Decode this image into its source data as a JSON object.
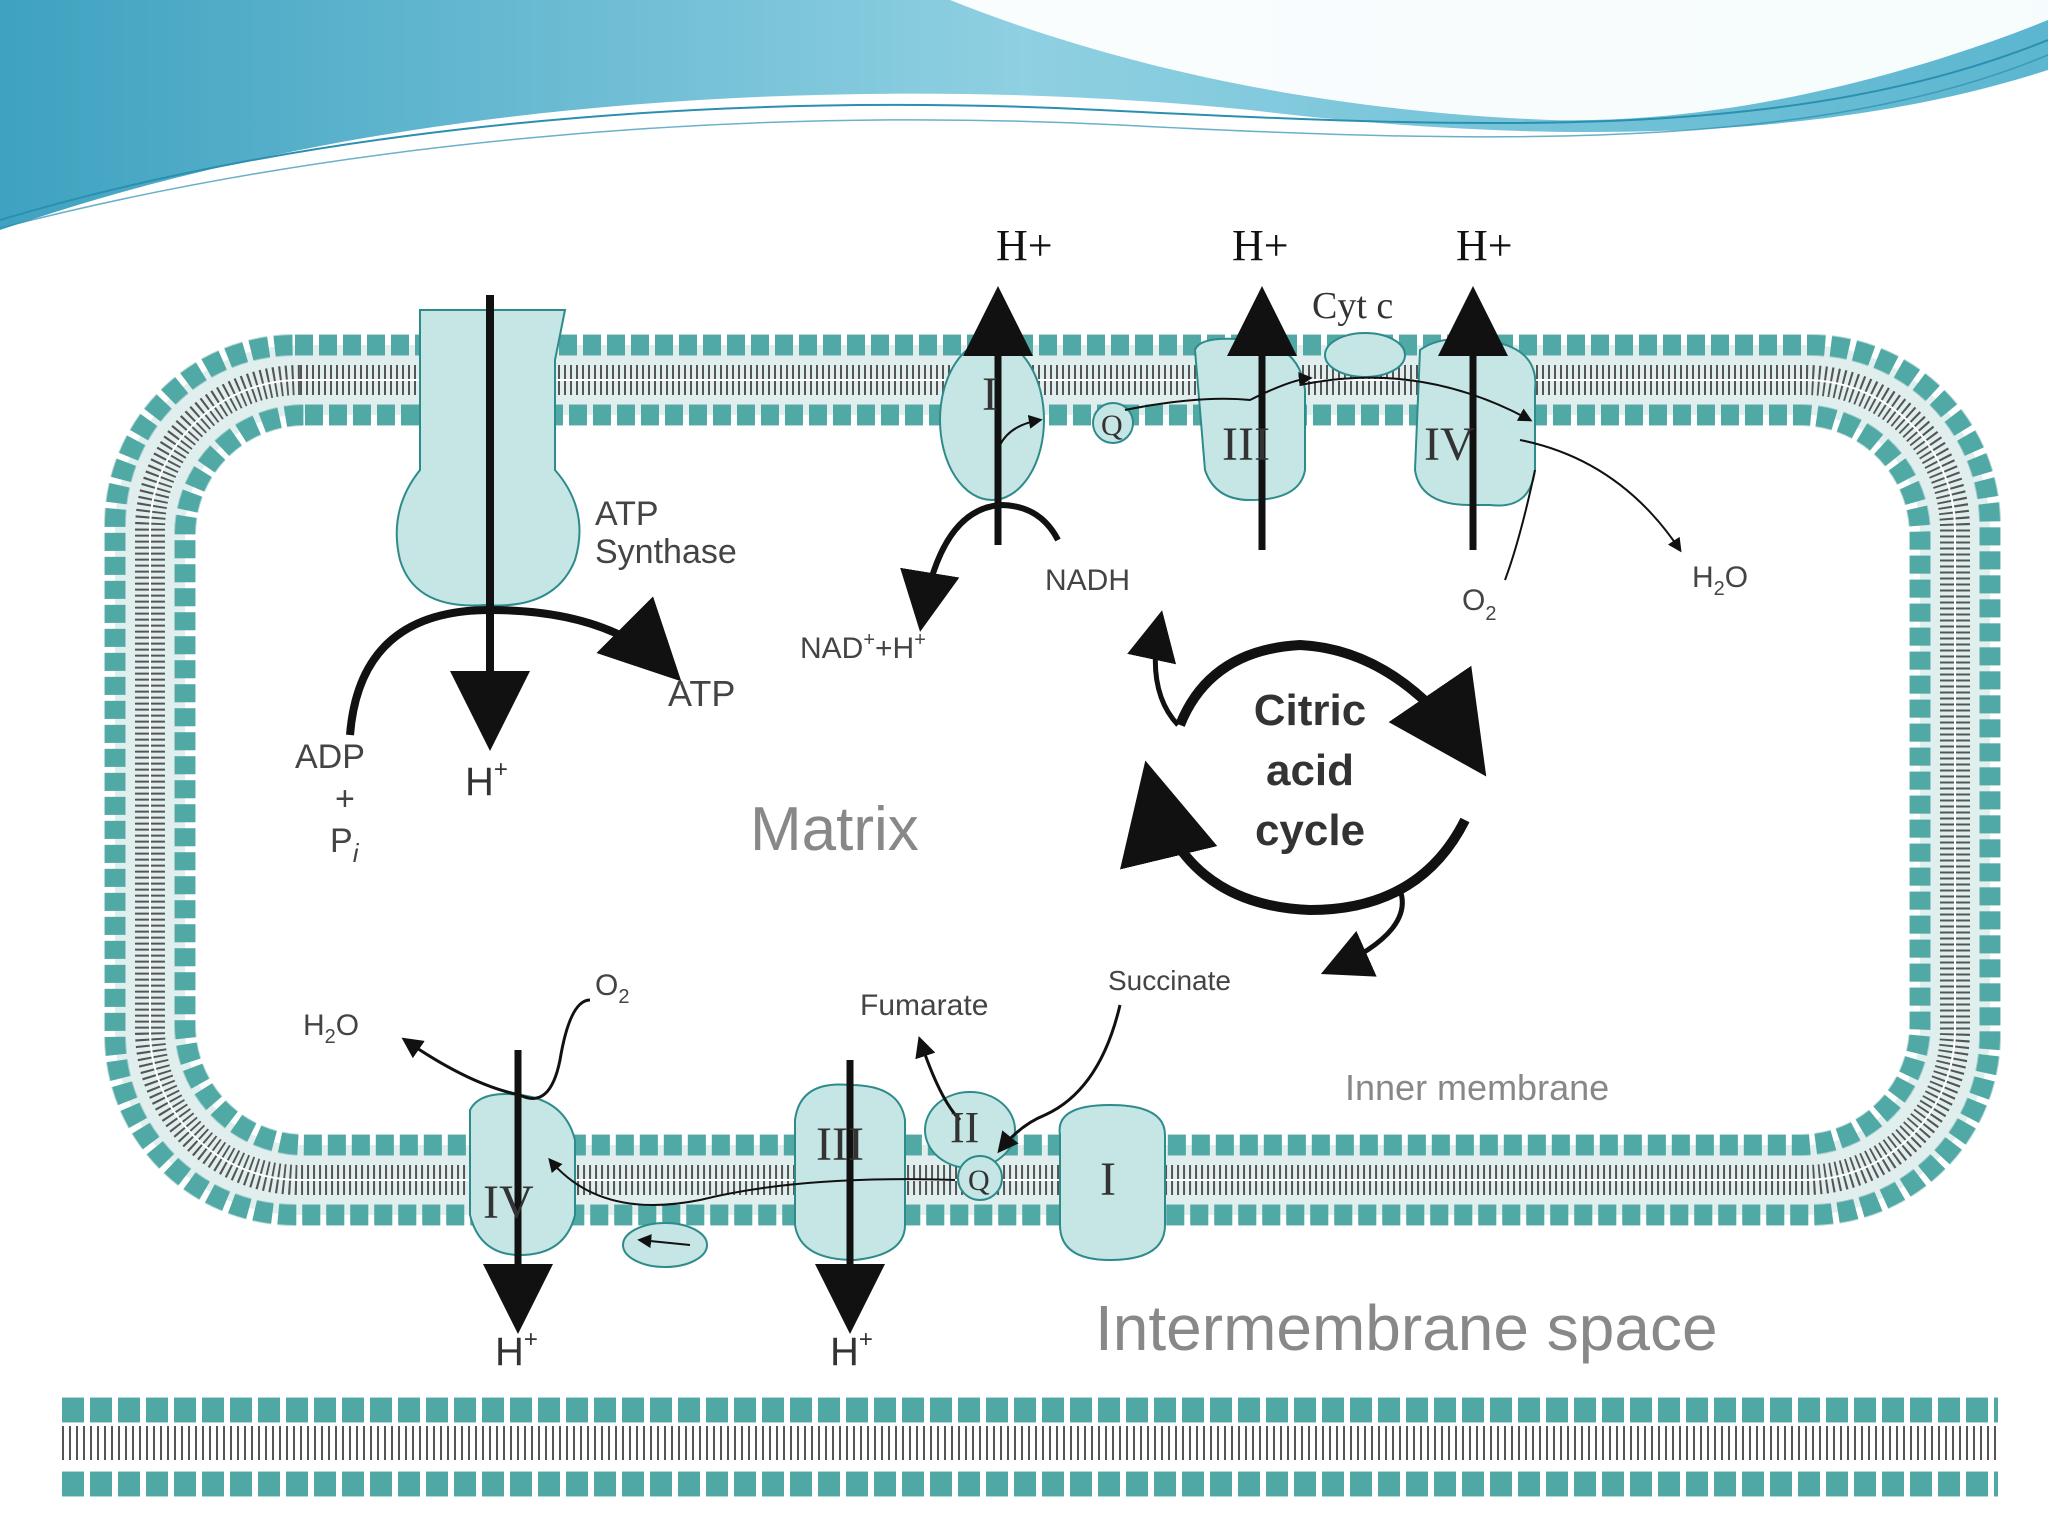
{
  "header": {
    "colors": {
      "wave_dark": "#4aa9c4",
      "wave_light": "#9ed6e6",
      "wave_line": "#2b8fb0"
    }
  },
  "colors": {
    "membrane": "#2e8b8b",
    "bead": "#63b9b3",
    "protein": "#c6e6e6",
    "ink": "#111111",
    "gray_text": "#888888"
  },
  "top_labels": {
    "h1": "H+",
    "h2": "H+",
    "h3": "H+"
  },
  "diagram": {
    "cyt_c": "Cyt c",
    "complex_I": "I",
    "complex_III": "III",
    "complex_IV": "IV",
    "complex_II": "II",
    "q": "Q",
    "atp_synthase_1": "ATP",
    "atp_synthase_2": "Synthase",
    "atp": "ATP",
    "adp": "ADP",
    "plus": "+",
    "pi_base": "P",
    "pi_sub": "i",
    "h_base": "H",
    "h_sup": "+",
    "nad_base": "NAD",
    "nad_sup": "+",
    "nad_rest": "+H",
    "nadh": "NADH",
    "o2_base": "O",
    "o2_sub": "2",
    "h2o_h": "H",
    "h2o_sub": "2",
    "h2o_o": "O",
    "citric_1": "Citric",
    "citric_2": "acid",
    "citric_3": "cycle",
    "matrix": "Matrix",
    "succinate": "Succinate",
    "fumarate": "Fumarate",
    "inner_membrane": "Inner membrane",
    "intermembrane_space": "Intermembrane space"
  }
}
